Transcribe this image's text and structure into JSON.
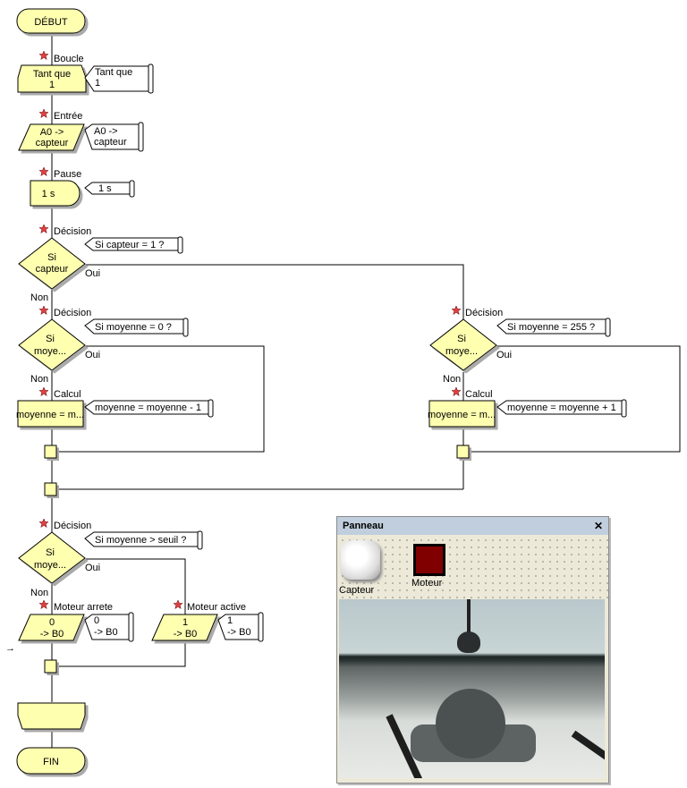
{
  "flowchart": {
    "start": "DÉBUT",
    "end": "FIN",
    "loop": {
      "tag": "Boucle",
      "text_line1": "Tant que",
      "text_line2": "1",
      "comment_line1": "Tant que",
      "comment_line2": "1"
    },
    "input": {
      "tag": "Entrée",
      "text_line1": "A0 ->",
      "text_line2": "capteur",
      "comment_line1": "A0 ->",
      "comment_line2": "capteur"
    },
    "pause": {
      "tag": "Pause",
      "text": "1 s",
      "comment": "1 s"
    },
    "decision1": {
      "tag": "Décision",
      "text_line1": "Si",
      "text_line2": "capteur",
      "comment": "Si  capteur = 1 ?",
      "yes": "Oui",
      "no": "Non"
    },
    "decision2": {
      "tag": "Décision",
      "text_line1": "Si",
      "text_line2": "moye...",
      "comment": "Si  moyenne = 0 ?",
      "yes": "Oui",
      "no": "Non"
    },
    "calc1": {
      "tag": "Calcul",
      "text": "moyenne = m...",
      "comment": "moyenne = moyenne - 1"
    },
    "decision3": {
      "tag": "Décision",
      "text_line1": "Si",
      "text_line2": "moye...",
      "comment": "Si  moyenne = 255 ?",
      "yes": "Oui",
      "no": "Non"
    },
    "calc2": {
      "tag": "Calcul",
      "text": "moyenne = m...",
      "comment": "moyenne = moyenne + 1"
    },
    "decision4": {
      "tag": "Décision",
      "text_line1": "Si",
      "text_line2": "moye...",
      "comment": "Si  moyenne > seuil ?",
      "yes": "Oui",
      "no": "Non"
    },
    "out_off": {
      "tag": "Moteur arrete",
      "text_line1": "0",
      "text_line2": "-> B0",
      "comment_line1": "0",
      "comment_line2": "-> B0"
    },
    "out_on": {
      "tag": "Moteur active",
      "text_line1": "1",
      "text_line2": "-> B0",
      "comment_line1": "1",
      "comment_line2": "-> B0"
    },
    "arrow": "→"
  },
  "panel": {
    "title": "Panneau",
    "close": "✕",
    "capteur_label": "Capteur",
    "moteur_label": "Moteur",
    "moteur_color": "#800000"
  },
  "colors": {
    "block_fill": "#ffffb0",
    "star": "#e04040",
    "line": "#000000"
  }
}
